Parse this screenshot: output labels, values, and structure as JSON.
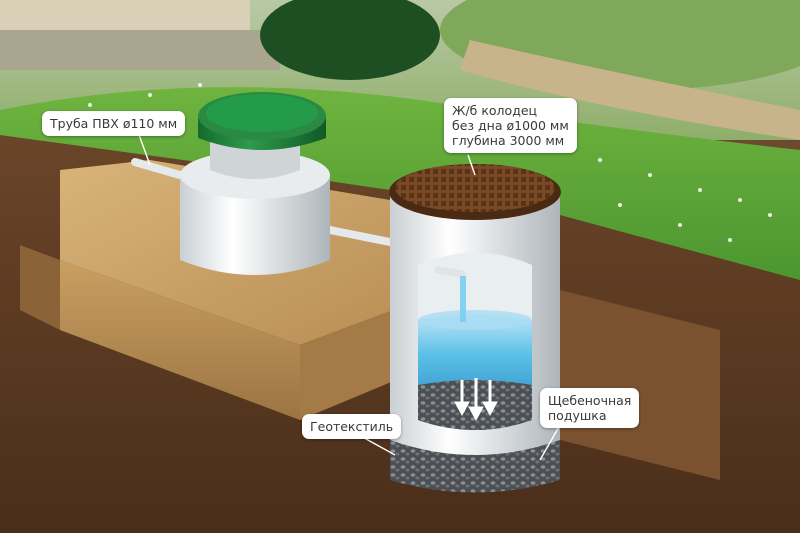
{
  "labels": {
    "pipe": "Труба ПВХ ø110 мм",
    "well": [
      "Ж/б колодец",
      "без дна ø1000 мм",
      "глубина 3000 мм"
    ],
    "geotextile": "Геотекстиль",
    "gravel": [
      "Щебеночная",
      "подушка"
    ]
  },
  "colors": {
    "lid_green": "#1f7a3a",
    "well_lid_brown": "#6e3f1f",
    "water": "#2f9fd0",
    "grass": "#5aa03a",
    "soil": "#5a3a22",
    "sand": "#c8a46a"
  }
}
